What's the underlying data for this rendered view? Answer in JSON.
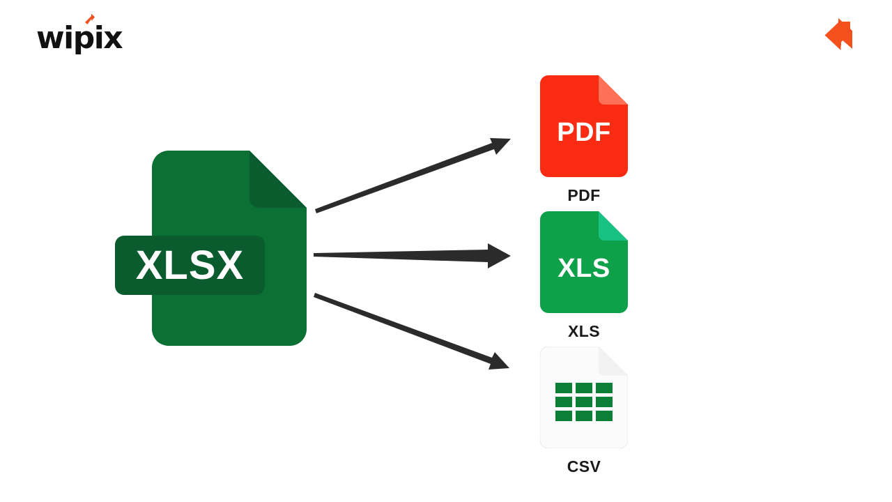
{
  "page": {
    "background_color": "#ffffff",
    "title": "XLSX file conversion diagram"
  },
  "brand": {
    "wordmark": "wipix",
    "wordmark_color": "#111111",
    "accent_color": "#F4511E",
    "dot_icon": "arrow-up-right-icon",
    "corner_mark_icon": "arrow-up-right-bold-icon"
  },
  "diagram": {
    "type": "conversion-flow",
    "source": {
      "name": "source-file",
      "badge_label": "XLSX",
      "body_color": "#0A7034",
      "fold_color": "#0A5C2E",
      "badge_color": "#0A5C2E",
      "badge_text_color": "#ffffff"
    },
    "arrows": [
      {
        "name": "arrow-to-pdf",
        "direction": "up-right",
        "color": "#2B2B2B"
      },
      {
        "name": "arrow-to-xls",
        "direction": "right",
        "color": "#2B2B2B"
      },
      {
        "name": "arrow-to-csv",
        "direction": "down-right",
        "color": "#2B2B2B"
      }
    ],
    "outputs": [
      {
        "id": "pdf",
        "label": "PDF",
        "icon_text": "PDF",
        "body_color": "#F92B12",
        "fold_color": "#FF7058",
        "text_color": "#ffffff",
        "glyph": "none"
      },
      {
        "id": "xls",
        "label": "XLS",
        "icon_text": "XLS",
        "body_color": "#0FA04A",
        "fold_color": "#19C183",
        "text_color": "#ffffff",
        "glyph": "none"
      },
      {
        "id": "csv",
        "label": "CSV",
        "icon_text": "",
        "body_color": "#FBFBFB",
        "fold_color": "#EFEFEF",
        "text_color": "#0A7F35",
        "glyph": "table-grid-icon"
      }
    ]
  }
}
